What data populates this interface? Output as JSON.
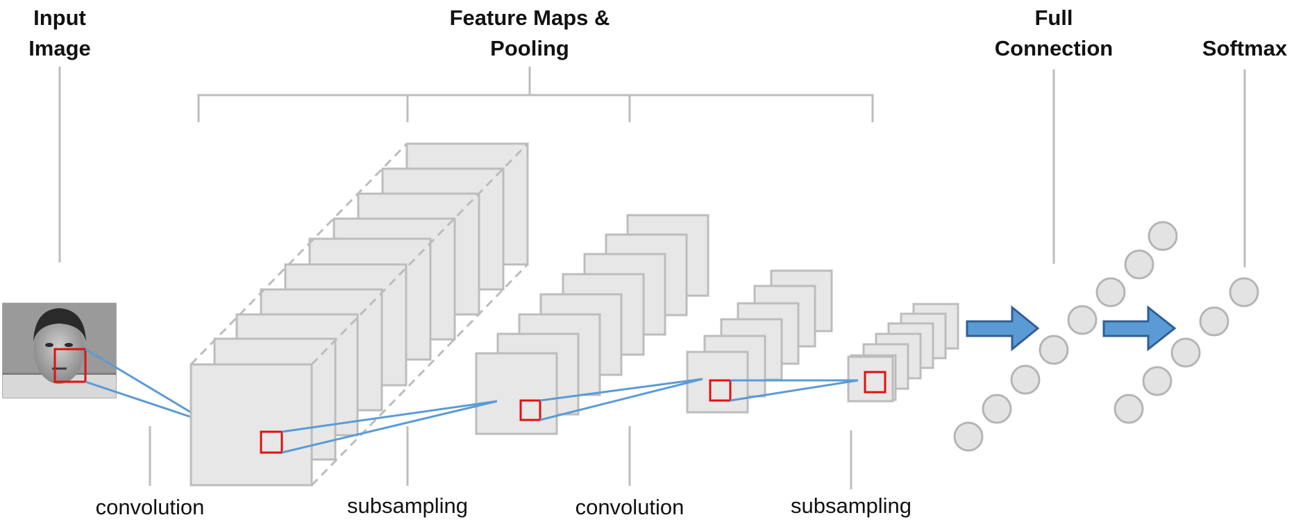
{
  "headers": {
    "input": [
      "Input",
      "Image"
    ],
    "feature_maps": [
      "Feature Maps &",
      "Pooling"
    ],
    "full_connection": [
      "Full",
      "Connection"
    ],
    "softmax": [
      "Softmax"
    ]
  },
  "stages": {
    "conv1": "convolution",
    "sub1": "subsampling",
    "conv2": "convolution",
    "sub2": "subsampling"
  },
  "colors": {
    "map_fill": "#e7e7e7",
    "map_stroke": "#bcbcbc",
    "connector": "#5b9bd5",
    "kernel": "#e01010",
    "arrow_fill": "#5b9bd5",
    "arrow_stroke": "#2f5e95",
    "node_fill": "#e3e3e3"
  },
  "icons": {
    "input_photo": "face-photo",
    "transition_arrows": "right-arrow"
  }
}
